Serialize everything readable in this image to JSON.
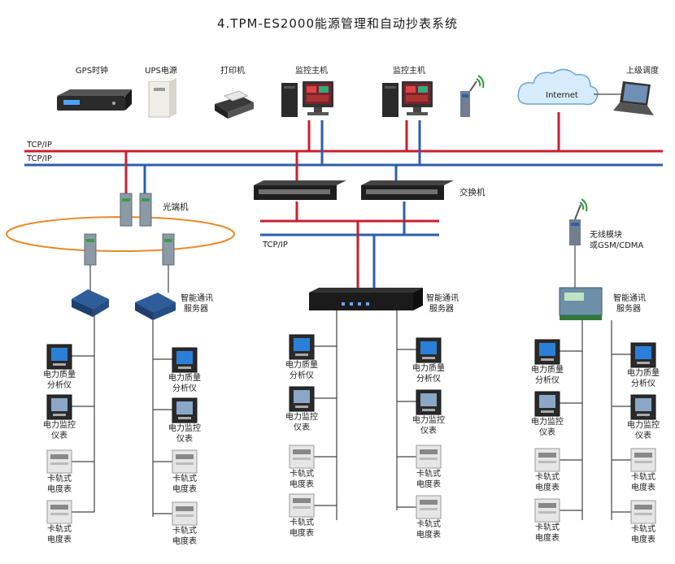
{
  "title": "4.TPM-ES2000能源管理和自动抄表系统",
  "colors": {
    "red": "#c8202f",
    "blue": "#2c5fa8",
    "orange": "#e98a2c",
    "line": "#444444"
  },
  "top": {
    "gps": "GPS时钟",
    "ups": "UPS电源",
    "printer": "打印机",
    "host1": "监控主机",
    "host2": "监控主机",
    "internet": "Internet",
    "remote": "上级调度"
  },
  "bus": {
    "tcp1": "TCP/IP",
    "tcp2": "TCP/IP",
    "tcp3": "TCP/IP"
  },
  "labels": {
    "fiber": "光端机",
    "switch": "交换机",
    "wireless1": "无线模块",
    "wireless2": "或GSM/CDMA",
    "server_l1": "智能通讯",
    "server_l2": "服务器",
    "server_m1": "智能通讯",
    "server_m2": "服务器",
    "server_r1": "智能通讯",
    "server_r2": "服务器"
  },
  "devices": {
    "pq1": "电力质量",
    "pq2": "分析仪",
    "pm1": "电力监控",
    "pm2": "仪表",
    "rail1": "卡轨式",
    "rail2": "电度表"
  }
}
